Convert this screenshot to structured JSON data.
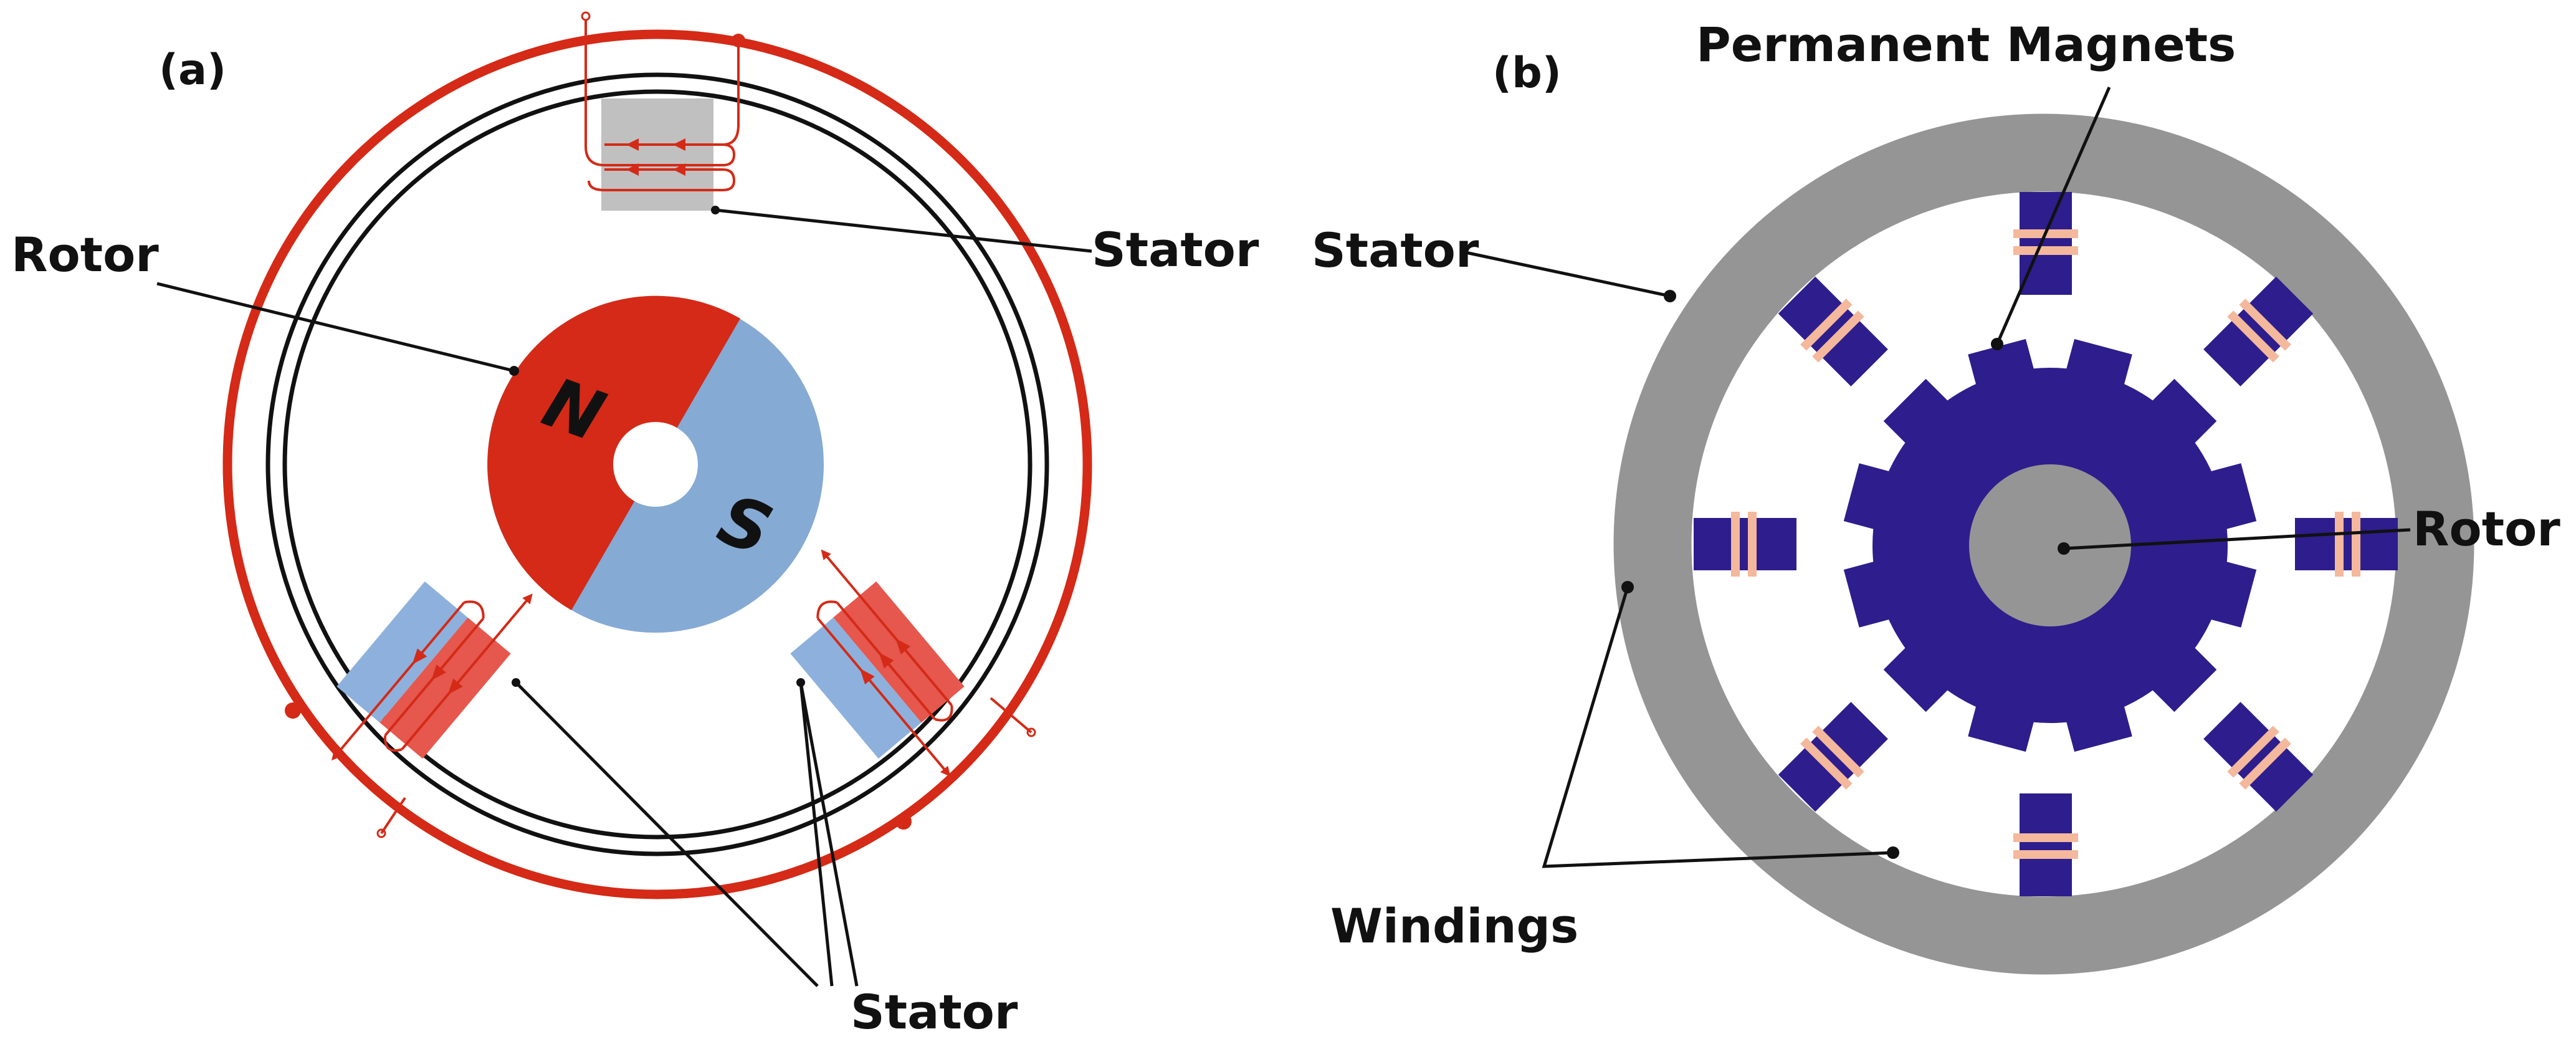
{
  "panel_a": {
    "tag": "(a)",
    "rotor_label": "Rotor",
    "stator_top_label": "Stator",
    "stator_bottom_label": "Stator",
    "north_pole": "N",
    "south_pole": "S",
    "colors": {
      "coil_wire": "#d42a17",
      "rotor_north": "#d42a17",
      "rotor_south": "#85aad4",
      "stator_core": "#c0c0c0",
      "stator_pole_red": "#e6574d",
      "stator_pole_blue": "#8db1dc",
      "frame": "#111111"
    }
  },
  "panel_b": {
    "tag": "(b)",
    "permanent_magnets_label": "Permanent Magnets",
    "stator_label": "Stator",
    "rotor_label": "Rotor",
    "windings_label": "Windings",
    "colors": {
      "housing": "#959595",
      "rotor": "#2e1d8c",
      "stator_teeth": "#2e1d8c",
      "winding": "#f4b89c",
      "shaft": "#959595"
    }
  }
}
